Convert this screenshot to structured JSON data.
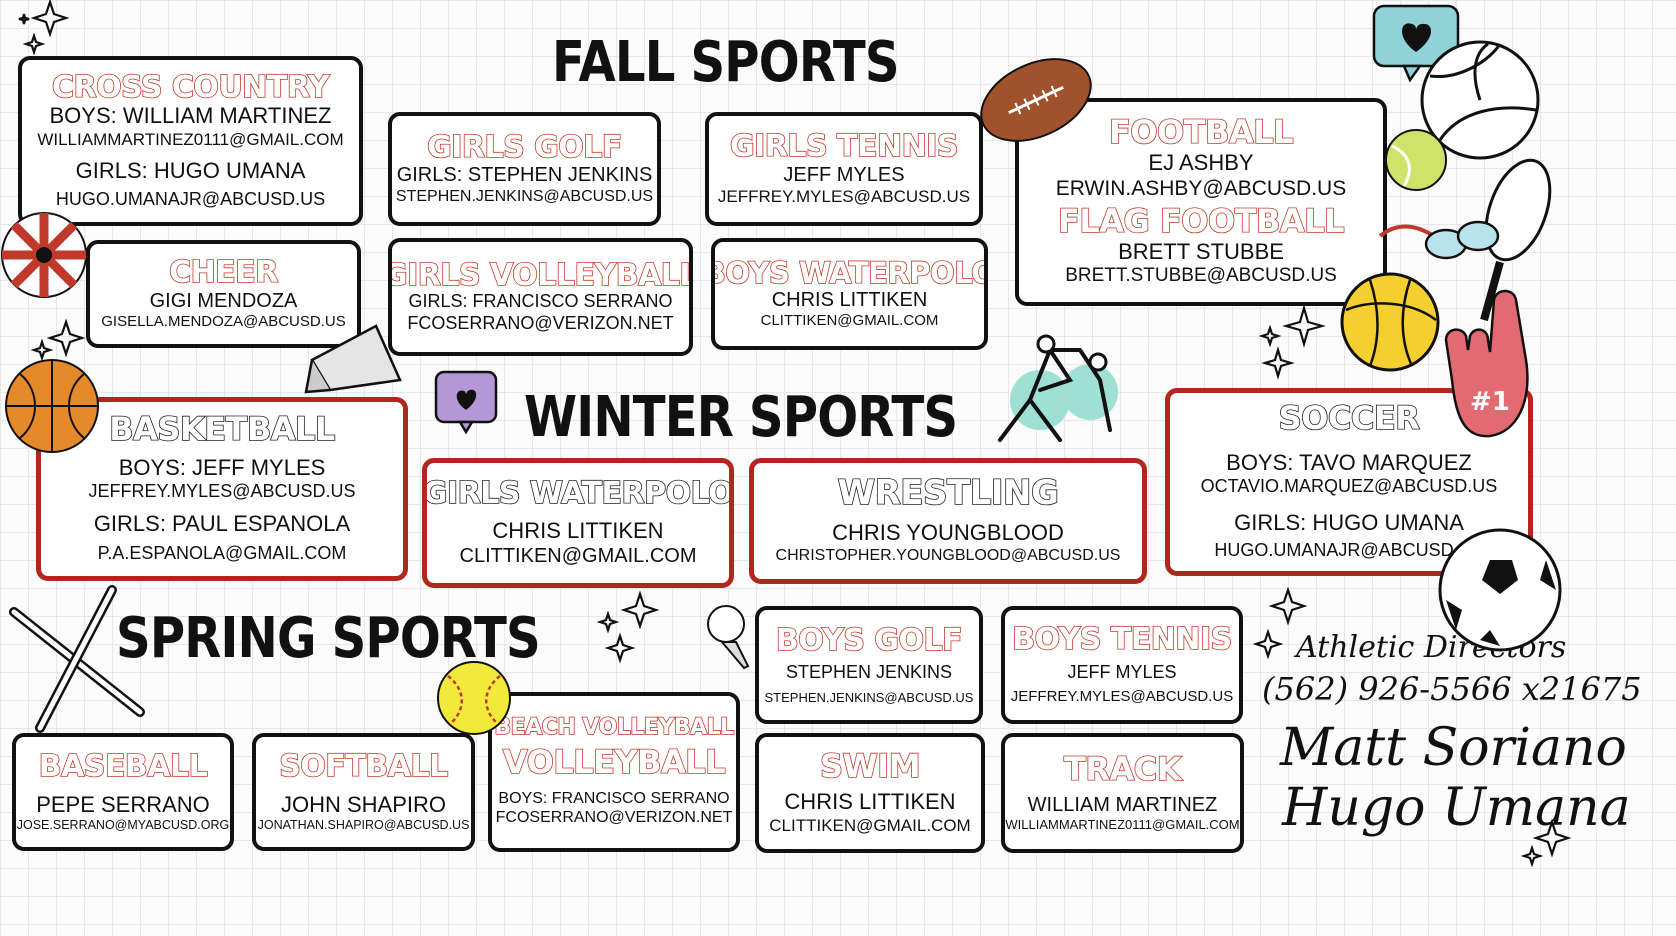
{
  "headings": {
    "fall": "FALL SPORTS",
    "winter": "WINTER SPORTS",
    "spring": "SPRING SPORTS"
  },
  "fall": {
    "cross_country": {
      "title": "CROSS COUNTRY",
      "boys": "BOYS: WILLIAM MARTINEZ",
      "boys_email": "WILLIAMMARTINEZ0111@GMAIL.COM",
      "girls": "GIRLS: HUGO UMANA",
      "girls_email": "HUGO.UMANAJR@ABCUSD.US"
    },
    "girls_golf": {
      "title": "GIRLS GOLF",
      "coach": "GIRLS: STEPHEN JENKINS",
      "email": "STEPHEN.JENKINS@ABCUSD.US"
    },
    "girls_tennis": {
      "title": "GIRLS TENNIS",
      "coach": "JEFF MYLES",
      "email": "JEFFREY.MYLES@ABCUSD.US"
    },
    "football": {
      "title": "FOOTBALL",
      "coach": "EJ ASHBY",
      "email": "ERWIN.ASHBY@ABCUSD.US",
      "flag_title": "FLAG FOOTBALL",
      "flag_coach": "BRETT STUBBE",
      "flag_email": "BRETT.STUBBE@ABCUSD.US"
    },
    "cheer": {
      "title": "CHEER",
      "coach": "GIGI MENDOZA",
      "email": "GISELLA.MENDOZA@ABCUSD.US"
    },
    "girls_volleyball": {
      "title": "GIRLS VOLLEYBALL",
      "coach": "GIRLS: FRANCISCO SERRANO",
      "email": "FCOSERRANO@VERIZON.NET"
    },
    "boys_waterpolo": {
      "title": "BOYS WATERPOLO",
      "coach": "CHRIS LITTIKEN",
      "email": "CLITTIKEN@GMAIL.COM"
    }
  },
  "winter": {
    "basketball": {
      "title": "BASKETBALL",
      "boys": "BOYS: JEFF MYLES",
      "boys_email": "JEFFREY.MYLES@ABCUSD.US",
      "girls": "GIRLS: PAUL ESPANOLA",
      "girls_email": "P.A.ESPANOLA@GMAIL.COM"
    },
    "girls_waterpolo": {
      "title": "GIRLS WATERPOLO",
      "coach": "CHRIS LITTIKEN",
      "email": "CLITTIKEN@GMAIL.COM"
    },
    "wrestling": {
      "title": "WRESTLING",
      "coach": "CHRIS YOUNGBLOOD",
      "email": "CHRISTOPHER.YOUNGBLOOD@ABCUSD.US"
    },
    "soccer": {
      "title": "SOCCER",
      "boys": "BOYS: TAVO MARQUEZ",
      "boys_email": "OCTAVIO.MARQUEZ@ABCUSD.US",
      "girls": "GIRLS: HUGO UMANA",
      "girls_email": "HUGO.UMANAJR@ABCUSD.US"
    }
  },
  "spring": {
    "boys_golf": {
      "title": "BOYS GOLF",
      "coach": "STEPHEN JENKINS",
      "email": "STEPHEN.JENKINS@ABCUSD.US"
    },
    "boys_tennis": {
      "title": "BOYS TENNIS",
      "coach": "JEFF MYLES",
      "email": "JEFFREY.MYLES@ABCUSD.US"
    },
    "baseball": {
      "title": "BASEBALL",
      "coach": "PEPE SERRANO",
      "email": "JOSE.SERRANO@MYABCUSD.ORG"
    },
    "softball": {
      "title": "SOFTBALL",
      "coach": "JOHN SHAPIRO",
      "email": "JONATHAN.SHAPIRO@ABCUSD.US"
    },
    "volleyball": {
      "pre_title": "BEACH VOLLEYBALL",
      "title": "VOLLEYBALL",
      "coach": "BOYS: FRANCISCO SERRANO",
      "email": "FCOSERRANO@VERIZON.NET"
    },
    "swim": {
      "title": "SWIM",
      "coach": "CHRIS LITTIKEN",
      "email": "CLITTIKEN@GMAIL.COM"
    },
    "track": {
      "title": "TRACK",
      "coach": "WILLIAM MARTINEZ",
      "email": "WILLIAMMARTINEZ0111@GMAIL.COM"
    }
  },
  "directors": {
    "label": "Athletic Directors",
    "phone": "(562) 926-5566 x21675",
    "name1": "Matt Soriano",
    "name2": "Hugo Umana"
  },
  "badge": {
    "text": "#1"
  },
  "colors": {
    "accent": "#c0392b",
    "border_red": "#b3261e",
    "ink": "#111111"
  }
}
